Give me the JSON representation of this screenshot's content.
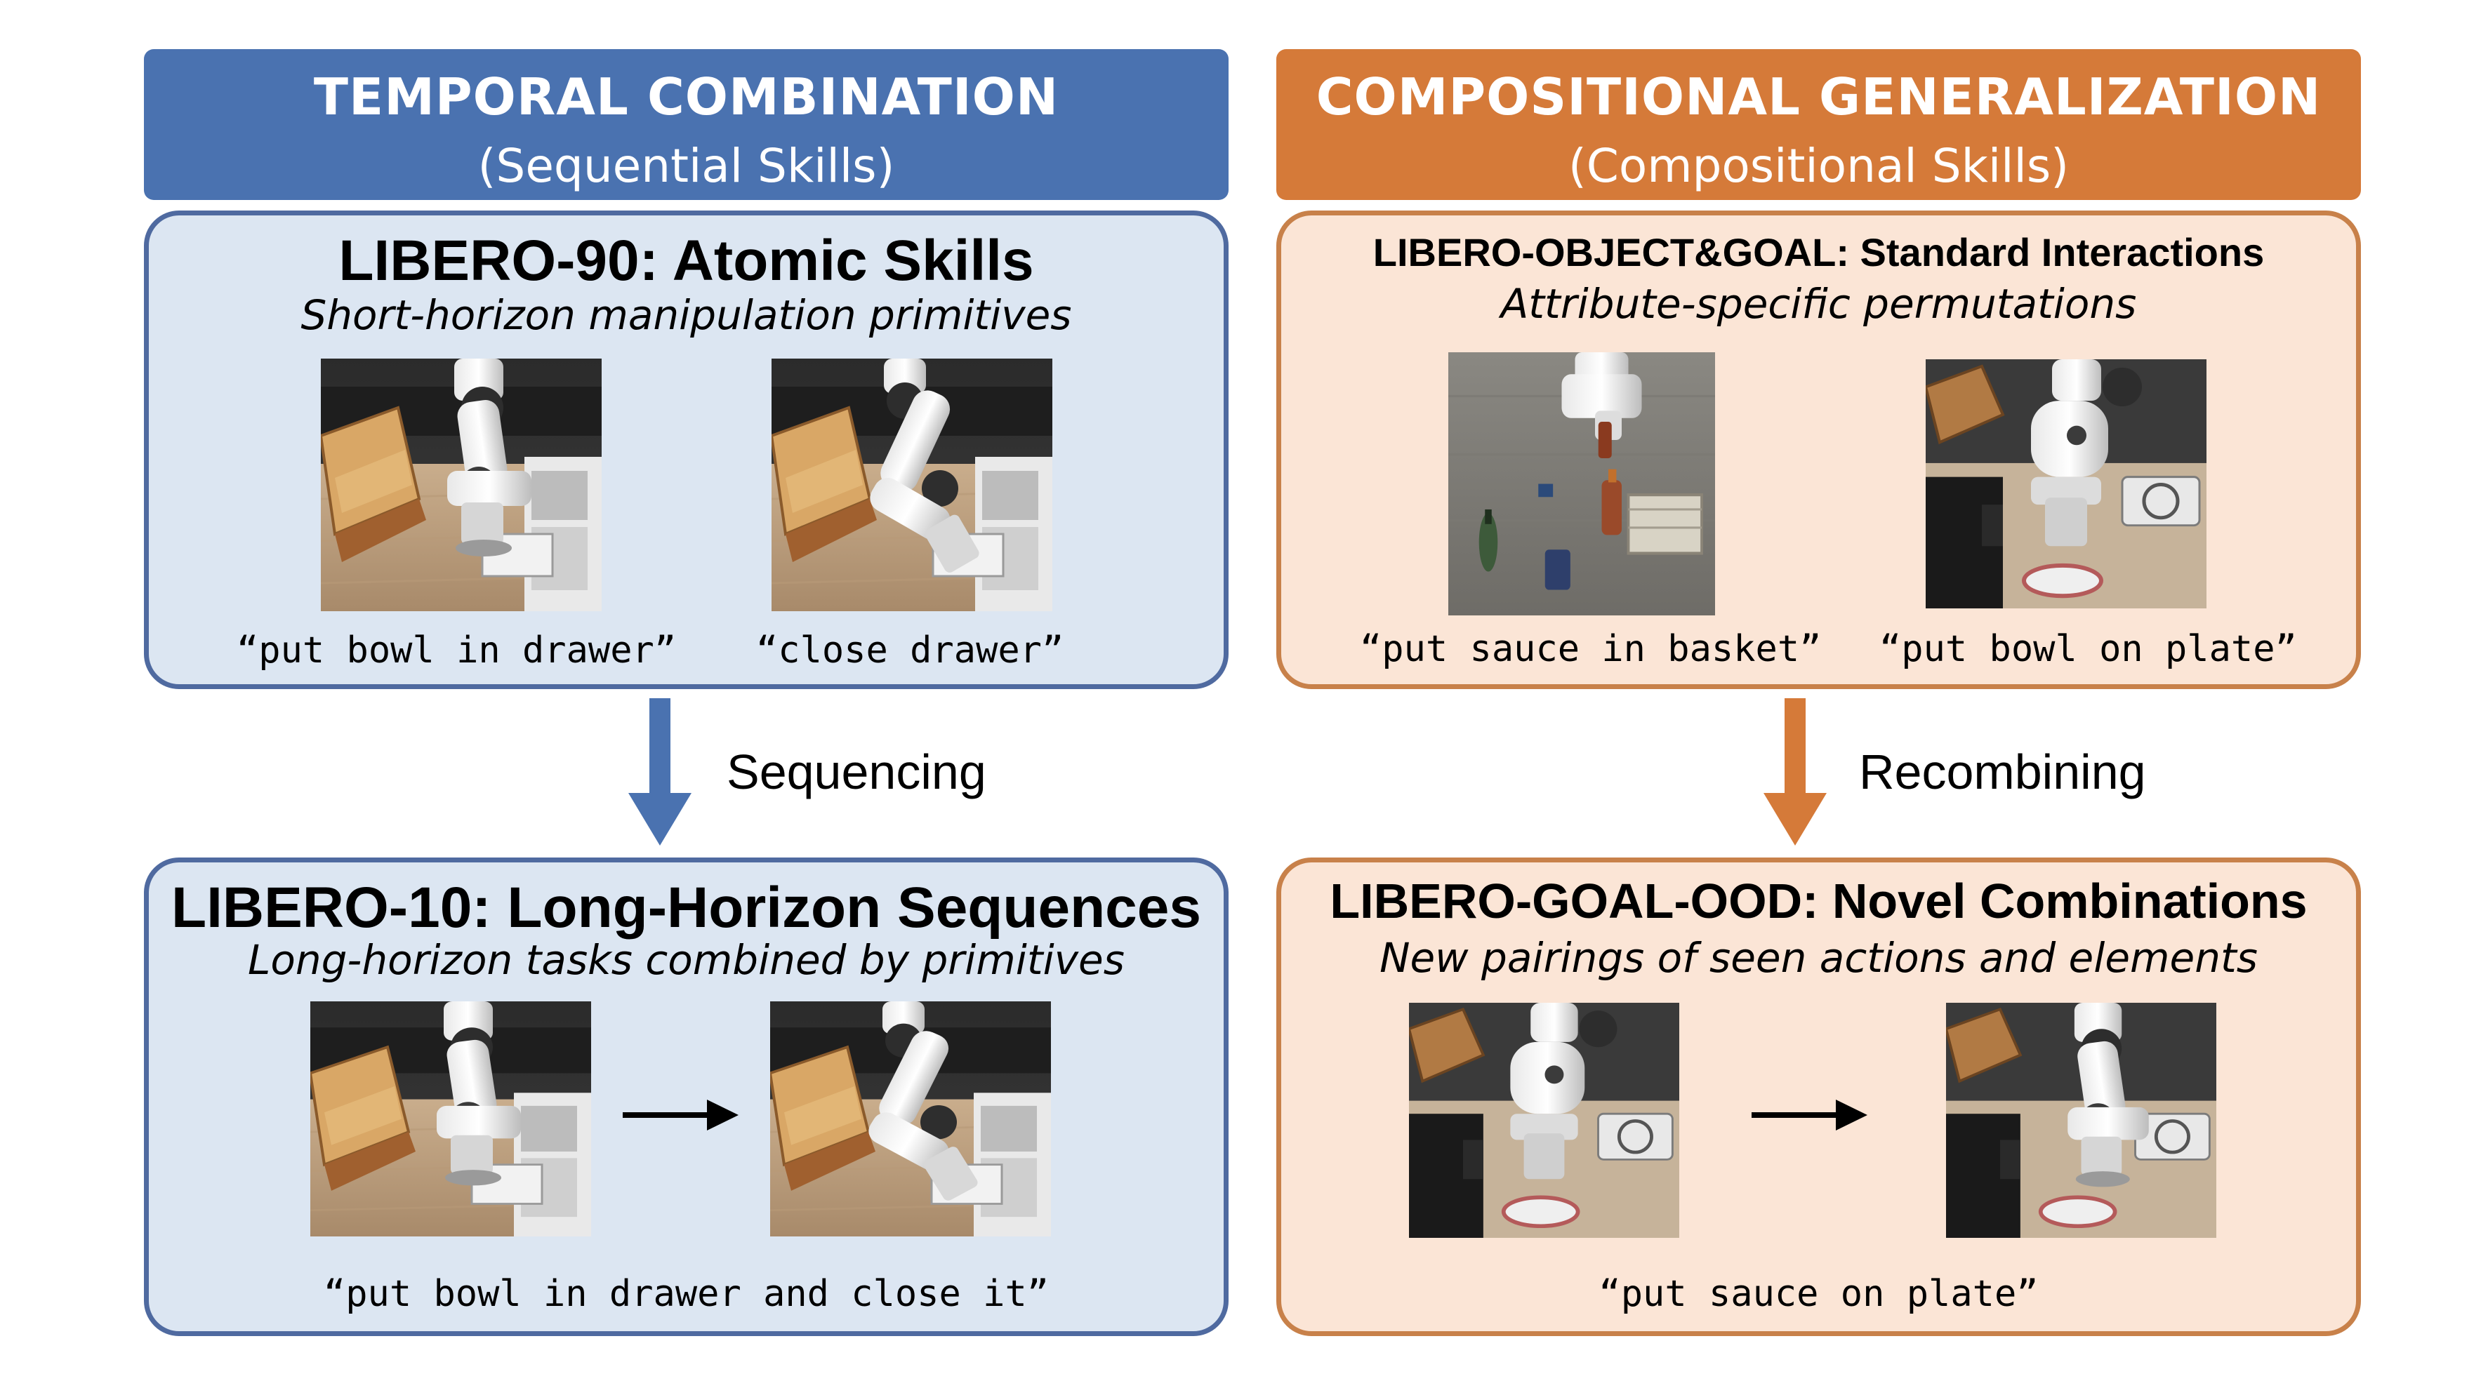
{
  "temporal": {
    "header_title": "TEMPORAL COMBINATION",
    "header_sub": "(Sequential Skills)",
    "top_panel": {
      "title": "LIBERO-90: Atomic Skills",
      "subtitle": "Short-horizon manipulation primitives",
      "captions": [
        "“put bowl in drawer”",
        "“close drawer”"
      ]
    },
    "arrow_label": "Sequencing",
    "bottom_panel": {
      "title": "LIBERO-10: Long-Horizon Sequences",
      "subtitle": "Long-horizon tasks combined by primitives",
      "caption": "“put bowl in drawer and close it”"
    }
  },
  "compositional": {
    "header_title": "COMPOSITIONAL GENERALIZATION",
    "header_sub": "(Compositional Skills)",
    "top_panel": {
      "title": "LIBERO-OBJECT&GOAL: Standard Interactions",
      "subtitle": "Attribute-specific permutations",
      "captions": [
        "“put sauce in basket”",
        "“put bowl on plate”"
      ]
    },
    "arrow_label": "Recombining",
    "bottom_panel": {
      "title": "LIBERO-GOAL-OOD: Novel Combinations",
      "subtitle": "New pairings of seen actions and elements",
      "caption": "“put sauce on plate”"
    }
  },
  "colors": {
    "blue_header": "#4a72b0",
    "orange_header": "#d57a39",
    "blue_panel": "#dce6f2",
    "orange_panel": "#fbe5d6"
  },
  "icons": [
    "down-arrow-icon",
    "right-arrow-icon",
    "robot-scene-image"
  ]
}
